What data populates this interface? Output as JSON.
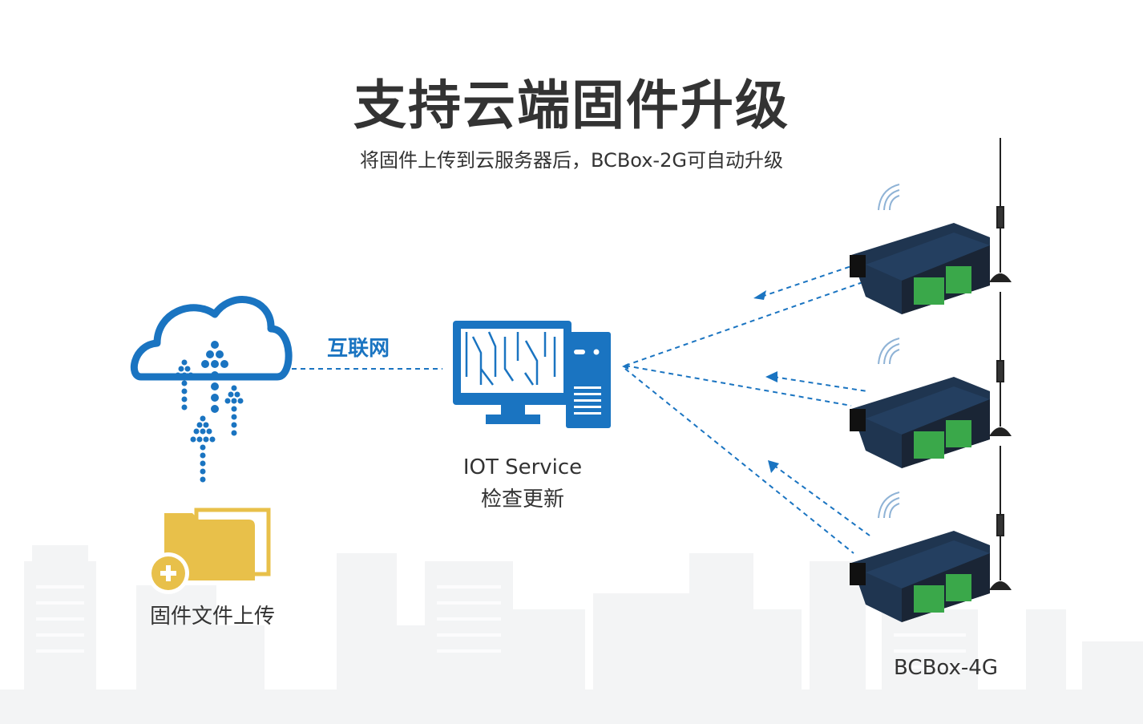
{
  "header": {
    "title": "支持云端固件升级",
    "subtitle": "将固件上传到云服务器后，BCBox-2G可自动升级"
  },
  "nodes": {
    "cloud": {
      "icon": "cloud-upload-icon"
    },
    "network_label": "互联网",
    "firmware": {
      "icon": "folder-add-icon",
      "label": "固件文件上传"
    },
    "server": {
      "icon": "computer-server-icon",
      "label_line1": "IOT Service",
      "label_line2": "检查更新"
    },
    "devices": {
      "count": 3,
      "icon": "router-device-icon",
      "label": "BCBox-4G"
    }
  },
  "colors": {
    "accent": "#1a74c1",
    "folder": "#e8c04a",
    "text": "#333333",
    "city": "#f3f4f5",
    "device_body": "#1f3550",
    "terminal": "#3aa84a"
  }
}
